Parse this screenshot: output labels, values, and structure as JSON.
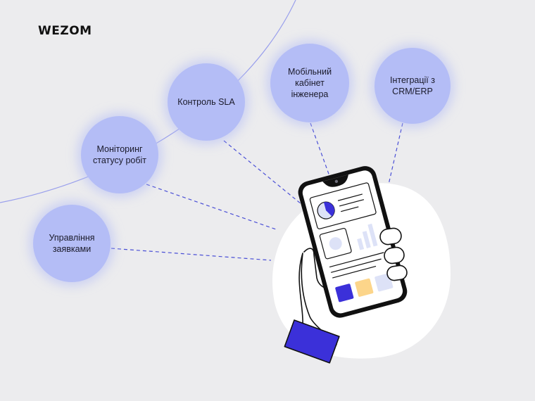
{
  "brand": {
    "logo_text": "WEZOM"
  },
  "features": [
    {
      "id": "requests",
      "label": "Управління\nзаявками"
    },
    {
      "id": "monitoring",
      "label": "Моніторинг\nстатусу робіт"
    },
    {
      "id": "sla",
      "label": "Контроль SLA"
    },
    {
      "id": "mobile",
      "label": "Мобільний\nкабінет\nінженера"
    },
    {
      "id": "integrations",
      "label": "Інтеграції з\nCRM/ERP"
    }
  ],
  "colors": {
    "background": "#ececee",
    "bubble": "#b4bdf6",
    "accent_purple": "#3b30d9",
    "accent_yellow": "#fcd58a",
    "accent_light": "#dde2f7",
    "line": "#4a4fd6"
  }
}
